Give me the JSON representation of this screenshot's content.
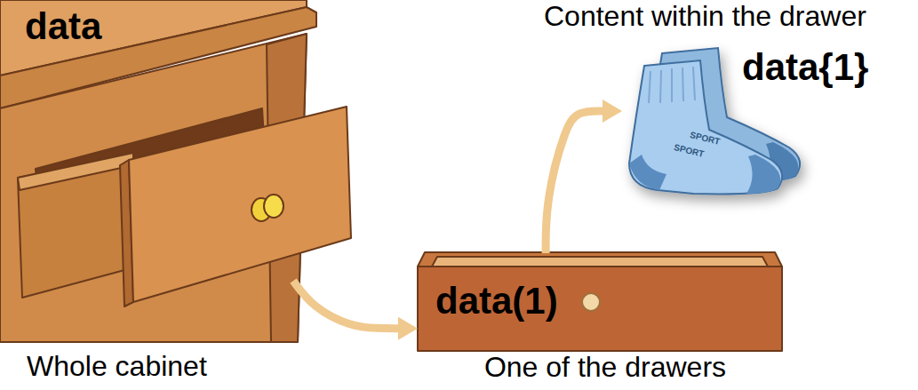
{
  "diagram": {
    "nodes": [
      {
        "text": [
          "data",
          "Whole cabinet"
        ]
      },
      {
        "text": [
          "data(1)",
          "One of the drawers"
        ]
      },
      {
        "text": [
          "Content within the drawer",
          "data{1}"
        ]
      }
    ],
    "edges": [
      {
        "from": 0,
        "to": 1,
        "arrow": "to"
      },
      {
        "from": 1,
        "to": 2,
        "arrow": "to"
      }
    ],
    "labels": [
      "SPORT",
      "SPORT"
    ]
  }
}
